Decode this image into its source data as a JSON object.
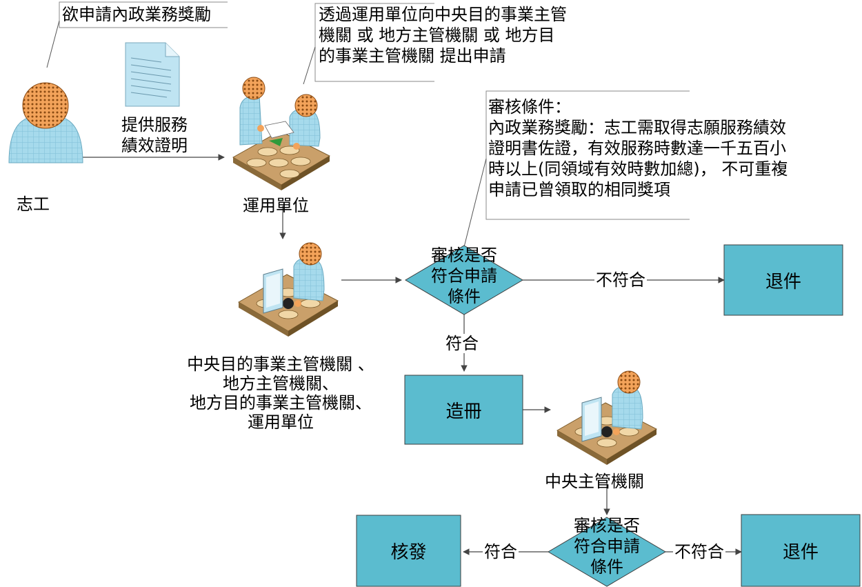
{
  "colors": {
    "box_fill": "#5bbccf",
    "box_stroke": "#3d3d3d",
    "diamond_fill": "#5bbccf",
    "person_body": "#9fd6ea",
    "person_head": "#f5a85c",
    "table_top": "#d8b27a",
    "line": "#444444"
  },
  "icons": {
    "volunteer": "person-icon",
    "document": "document-icon",
    "unit": "meeting-icon",
    "computer_worker": "computer-worker-icon"
  },
  "callouts": {
    "apply_wish": "欲申請內政業務獎勵",
    "submit_via": [
      "透過運用單位向中央目的事業主管",
      "機關  或 地方主管機關 或 地方目",
      "的事業主管機關 提出申請"
    ],
    "review_conditions": [
      "審核條件：",
      "內政業務獎勵：志工需取得志願服務績效",
      "證明書佐證，有效服務時數達一千五百小",
      "時以上(同領域有效時數加總)， 不可重複",
      "申請已曾領取的相同獎項"
    ]
  },
  "labels": {
    "volunteer": "志工",
    "provide_proof": [
      "提供服務",
      "績效證明"
    ],
    "unit": "運用單位",
    "authorities": [
      "中央目的事業主管機關 、",
      "地方主管機關、",
      "地方目的事業主管機關、",
      "運用單位"
    ],
    "central_authority": "中央主管機關"
  },
  "decisions": {
    "review1": [
      "審核是否",
      "符合申請",
      "條件"
    ],
    "review2": [
      "審核是否",
      "符合申請",
      "條件"
    ]
  },
  "edges": {
    "not_meet_1": "不符合",
    "meet_1": "符合",
    "meet_2": "符合",
    "not_meet_2": "不符合"
  },
  "boxes": {
    "return_1": "退件",
    "register": "造冊",
    "issue": "核發",
    "return_2": "退件"
  }
}
